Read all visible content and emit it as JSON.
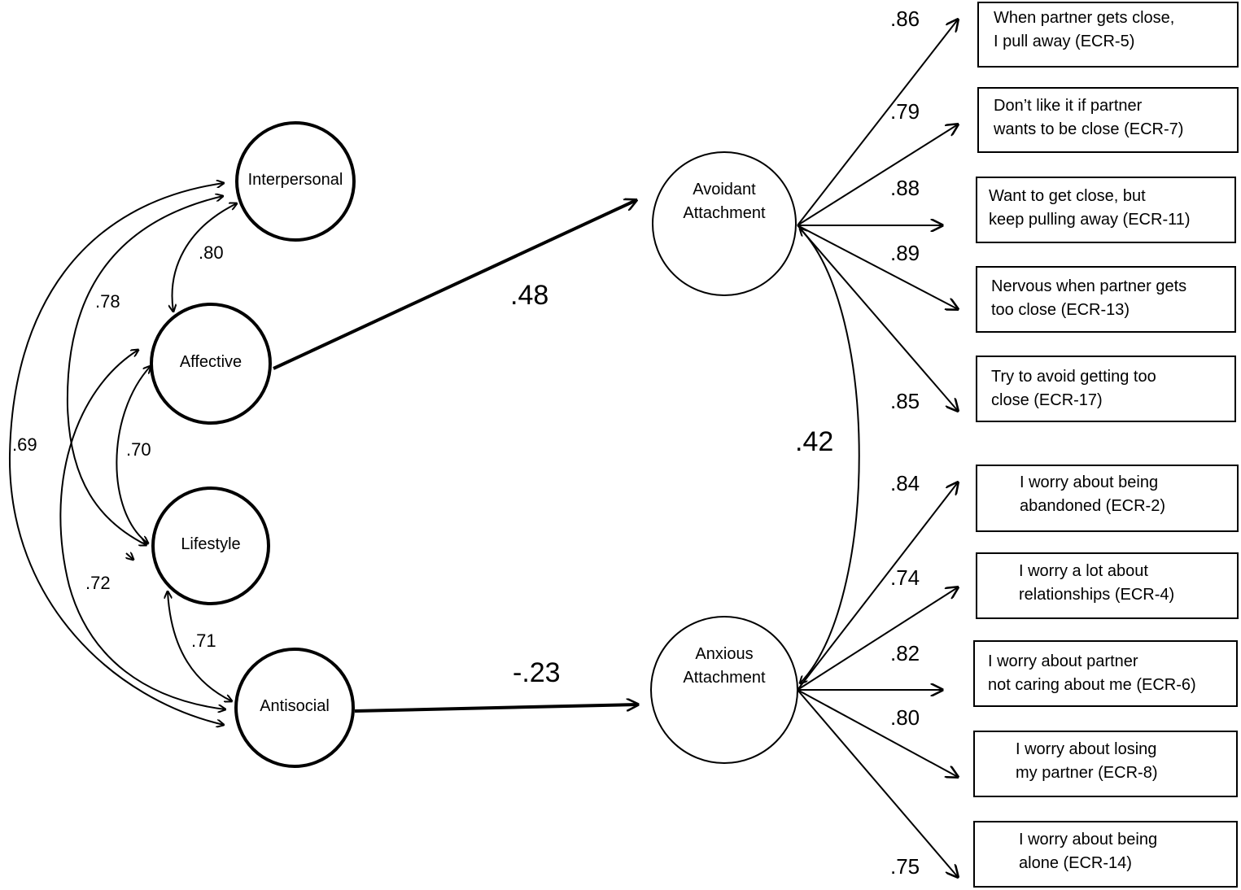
{
  "latent_factors": {
    "interpersonal": "Interpersonal",
    "affective": "Affective",
    "lifestyle": "Lifestyle",
    "antisocial": "Antisocial"
  },
  "outcomes": {
    "avoidant": "Avoidant\nAttachment",
    "anxious": "Anxious\nAttachment"
  },
  "correlations": {
    "interpersonal_affective": ".80",
    "interpersonal_lifestyle": ".78",
    "interpersonal_antisocial": ".69",
    "affective_lifestyle": ".70",
    "affective_antisocial": ".72",
    "lifestyle_antisocial": ".71",
    "avoidant_anxious": ".42"
  },
  "paths": {
    "affective_to_avoidant": ".48",
    "antisocial_to_anxious": "-.23"
  },
  "avoidant_items": [
    {
      "text": "When partner gets close,\nI pull away (ECR-5)",
      "loading": ".86"
    },
    {
      "text": "Don’t like it if partner\nwants to be close (ECR-7)",
      "loading": ".79"
    },
    {
      "text": "Want to get close, but\nkeep pulling away (ECR-11)",
      "loading": ".88"
    },
    {
      "text": "Nervous when partner gets\ntoo close (ECR-13)",
      "loading": ".89"
    },
    {
      "text": "Try to avoid getting too\nclose (ECR-17)",
      "loading": ".85"
    }
  ],
  "anxious_items": [
    {
      "text": "I worry about being\nabandoned (ECR-2)",
      "loading": ".84"
    },
    {
      "text": "I worry a lot about\nrelationships (ECR-4)",
      "loading": ".74"
    },
    {
      "text": "I worry about partner\nnot caring about me (ECR-6)",
      "loading": ".82"
    },
    {
      "text": "I worry about losing\nmy partner (ECR-8)",
      "loading": ".80"
    },
    {
      "text": "I worry about being\nalone (ECR-14)",
      "loading": ".75"
    }
  ]
}
